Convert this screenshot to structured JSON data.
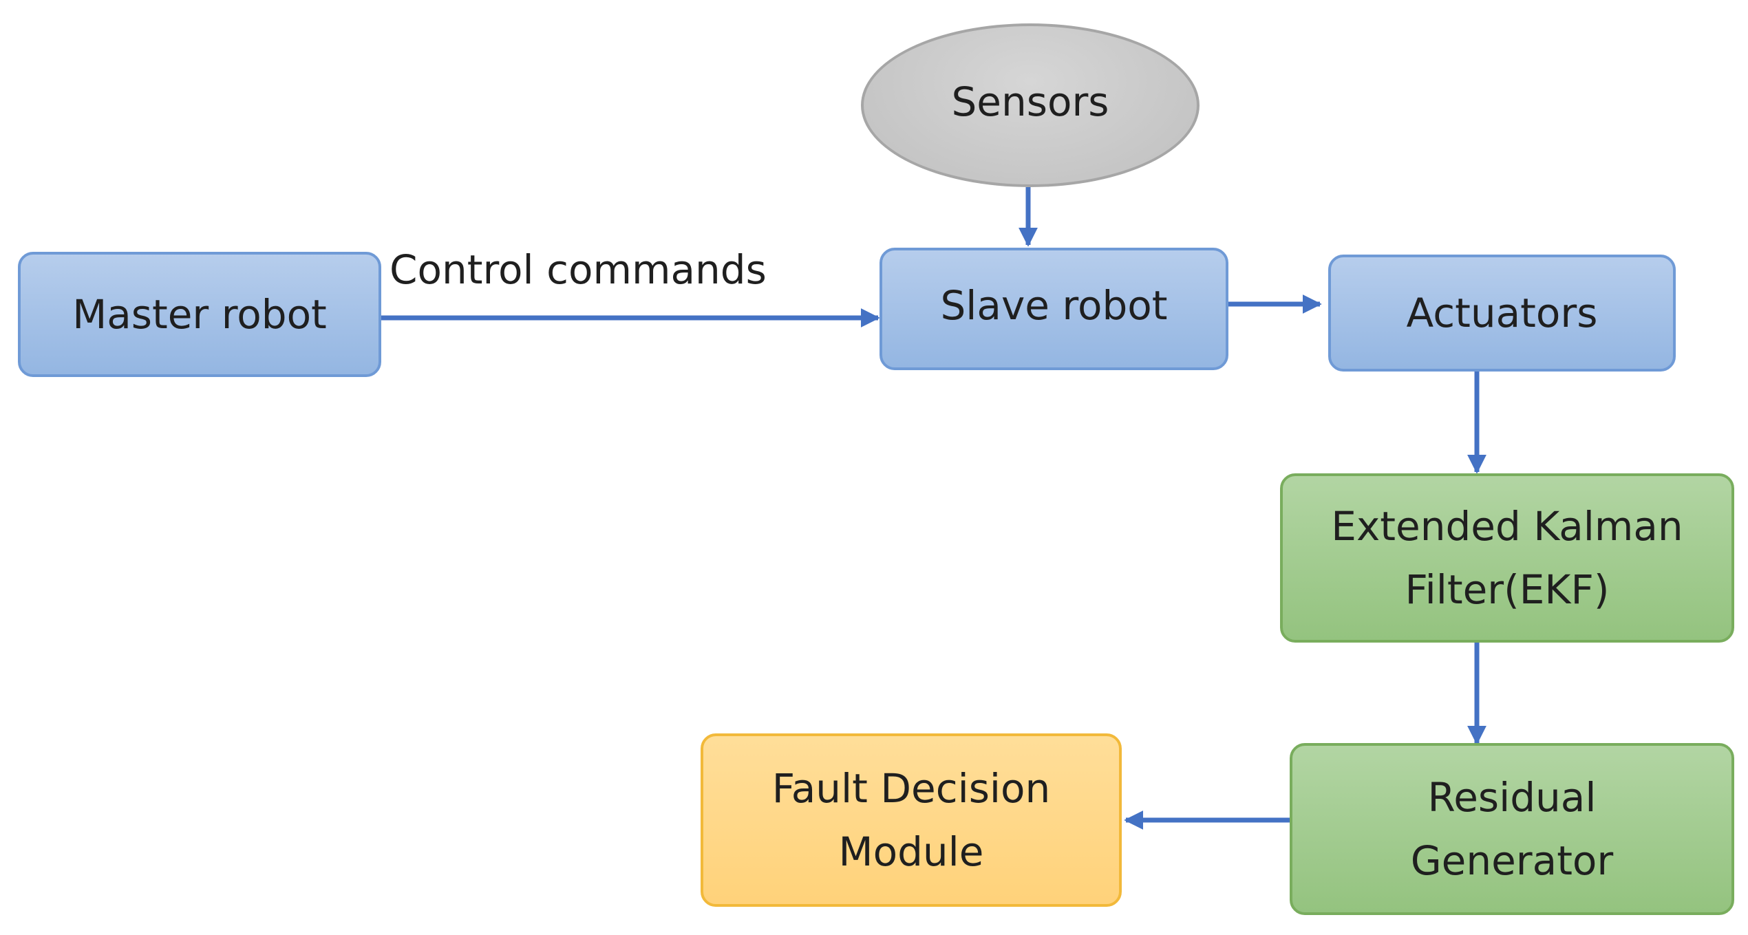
{
  "nodes": {
    "sensors": "Sensors",
    "master_robot": "Master robot",
    "slave_robot": "Slave robot",
    "actuators": "Actuators",
    "ekf": "Extended Kalman Filter(EKF)",
    "residual_generator": "Residual Generator",
    "fault_decision_module": "Fault Decision Module"
  },
  "edge_labels": {
    "master_to_slave": "Control commands"
  },
  "colors": {
    "arrow": "#4472c4",
    "blue_fill": "#9dbde6",
    "green_fill": "#a3cc91",
    "orange_fill": "#ffd77f",
    "gray_fill": "#c9c9c9"
  }
}
